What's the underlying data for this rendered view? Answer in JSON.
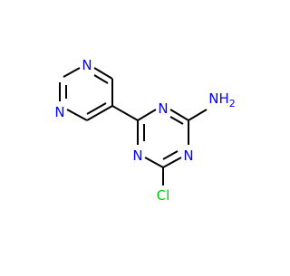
{
  "molecule": {
    "atoms": {
      "pyrimidine_n_top": "N",
      "pyrimidine_n_left": "N",
      "triazine_n_top": "N",
      "triazine_n_bottom_left": "N",
      "triazine_n_bottom_right": "N",
      "amine": "NH",
      "amine_subscript": "2",
      "chlorine": "Cl"
    },
    "colors": {
      "nitrogen": "#0000ff",
      "chlorine": "#00cc00",
      "bond": "#000000"
    }
  }
}
